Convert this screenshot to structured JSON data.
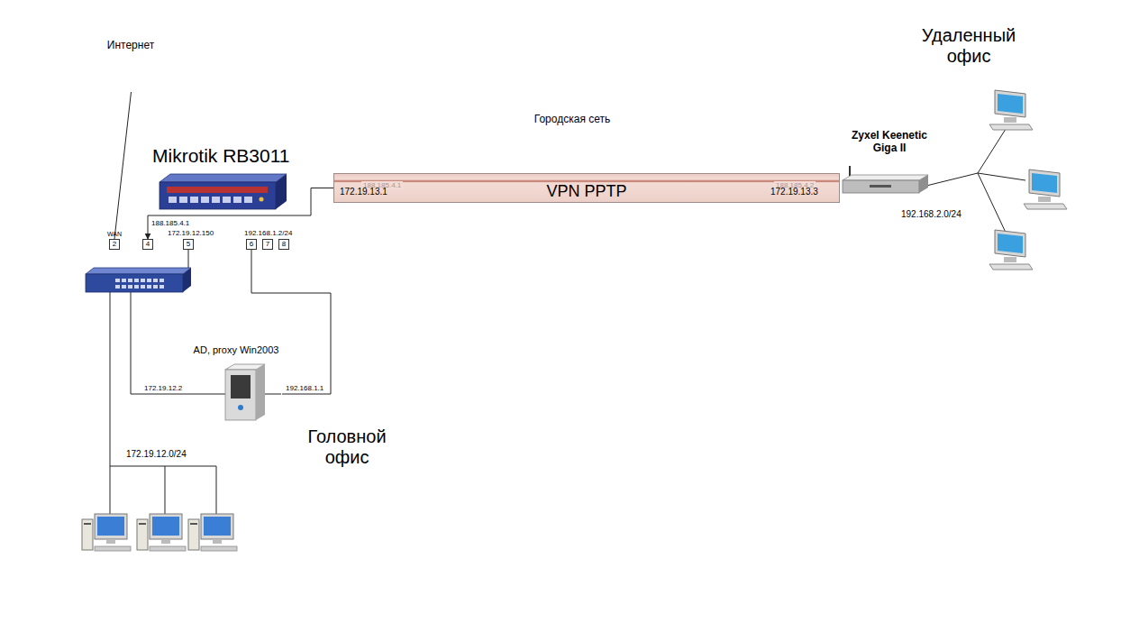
{
  "diagram": {
    "nodes": [
      {
        "text": [
          "Интернет"
        ]
      },
      {
        "text": [
          "Mikrotik RB3011"
        ]
      },
      {
        "text": [
          "2"
        ]
      },
      {
        "text": [
          "4"
        ]
      },
      {
        "text": [
          "5"
        ]
      },
      {
        "text": [
          "6"
        ]
      },
      {
        "text": [
          "7"
        ]
      },
      {
        "text": [
          "8"
        ]
      },
      {
        "text": [
          "Городская сеть"
        ]
      },
      {
        "text": [
          "188.185.4.1",
          "172.19.13.1",
          "VPN PPTP",
          "188.185.4.2",
          "172.19.13.3"
        ]
      },
      {
        "text": [
          "Головной офис"
        ]
      },
      {
        "text": [
          "AD, proxy Win2003"
        ],
        "in": 10
      },
      {
        "text": [
          "Удаленный офис"
        ]
      },
      {
        "text": [
          "Zyxel Keenetic Giga II"
        ],
        "in": 12
      }
    ],
    "edges": [
      {
        "from": 0,
        "to": 2,
        "arrow": "none"
      },
      {
        "from": 9,
        "to": 3,
        "arrow": "to"
      },
      {
        "from": 5,
        "to": 11,
        "arrow": "none"
      }
    ],
    "labels": [
      "WAN",
      "188.185.4.1",
      "172.19.12.150",
      "192.168.1.2/24",
      "172.19.12.2",
      "192.168.1.1",
      "172.19.12.0/24",
      "192.168.2.0/24"
    ]
  }
}
